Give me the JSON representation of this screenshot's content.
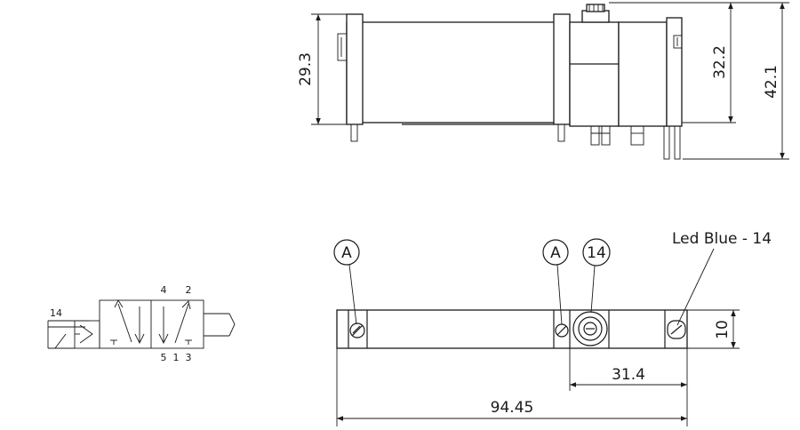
{
  "side_view": {
    "dimensions": {
      "height_body": "29.3",
      "height_mid": "32.2",
      "height_total": "42.1"
    }
  },
  "top_view": {
    "callouts": {
      "a_left": "A",
      "a_right": "A",
      "connector": "14"
    },
    "led_label": "Led Blue - 14",
    "dimensions": {
      "width": "10",
      "offset": "31.4",
      "length": "94.45"
    }
  },
  "symbol": {
    "pilot_port": "14",
    "top_ports": [
      "4",
      "2"
    ],
    "bottom_ports": [
      "5",
      "1",
      "3"
    ]
  }
}
